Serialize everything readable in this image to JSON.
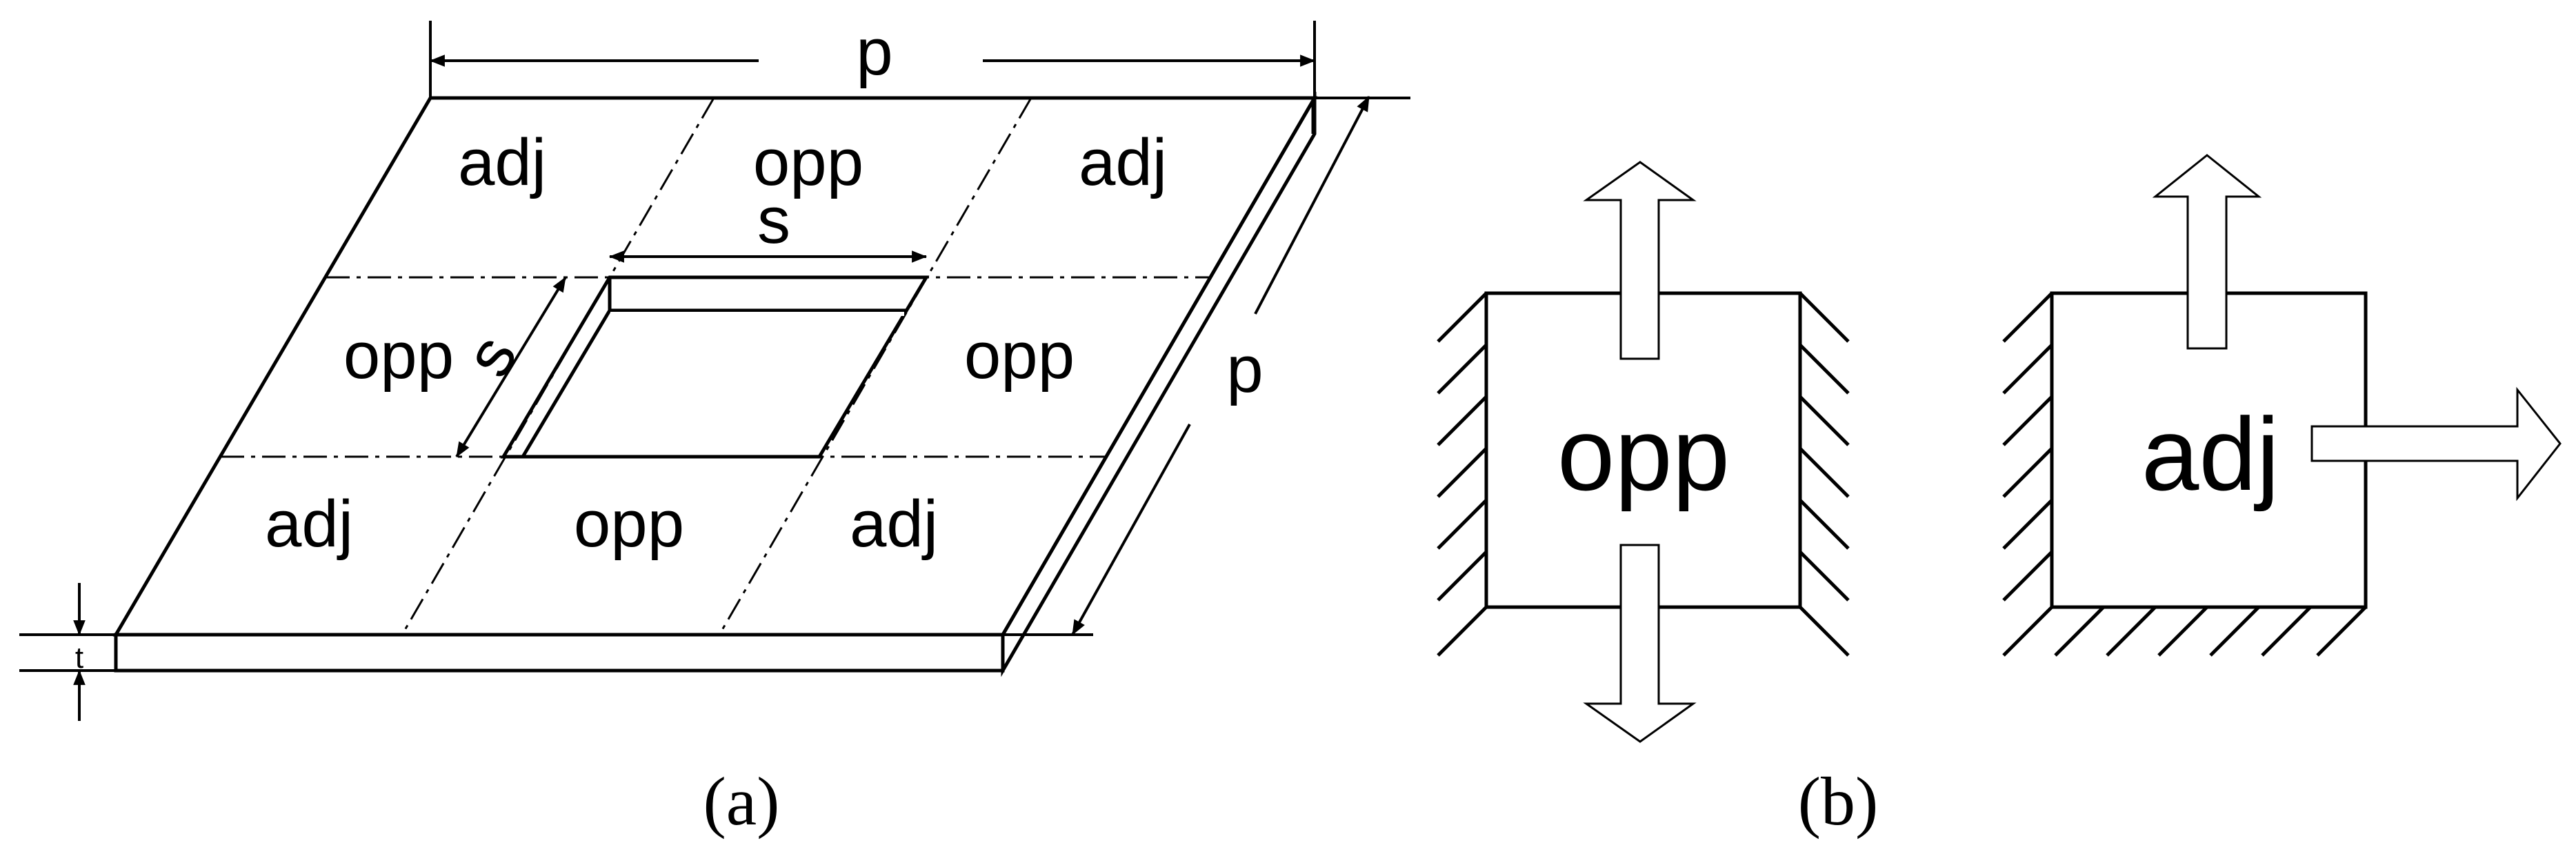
{
  "panel_a": {
    "cells": [
      "adj",
      "opp",
      "adj",
      "opp",
      "opp",
      "adj",
      "opp",
      "adj"
    ],
    "dim_top": "p",
    "dim_side": "p",
    "dim_hole_top": "s",
    "dim_hole_side": "s",
    "dim_thickness": "t",
    "caption": "(a)"
  },
  "panel_b": {
    "opp_label": "opp",
    "adj_label": "adj",
    "caption": "(b)"
  }
}
